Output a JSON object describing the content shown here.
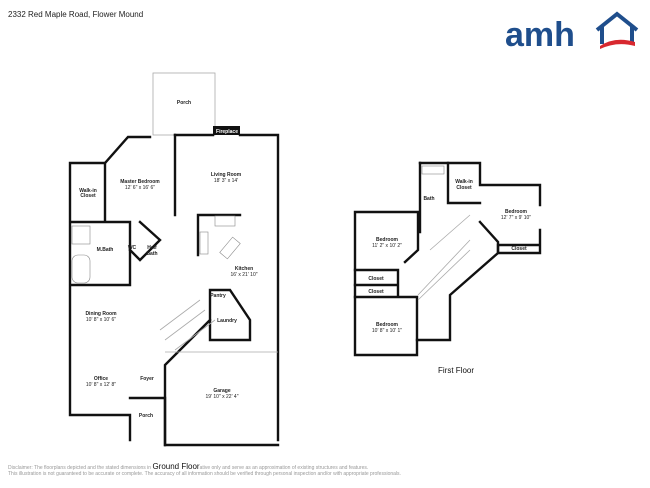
{
  "header": {
    "address": "2332 Red Maple Road, Flower Mound"
  },
  "logo": {
    "text": "amh",
    "colors": {
      "navy": "#1f4e8c",
      "red": "#d8282f"
    }
  },
  "ground_floor": {
    "label": "Ground Floor",
    "rooms": [
      {
        "name": "Porch"
      },
      {
        "name": "Fireplace"
      },
      {
        "name": "Living Room",
        "dims": "18' 3\" x 14'"
      },
      {
        "name": "Master Bedroom",
        "dims": "12' 6\" x 16' 6\""
      },
      {
        "name": "Walk-in",
        "name2": "Closet"
      },
      {
        "name": "M.Bath"
      },
      {
        "name": "WC"
      },
      {
        "name": "Half",
        "name2": "Bath"
      },
      {
        "name": "Kitchen",
        "dims": "16' x 21' 10\""
      },
      {
        "name": "Pantry"
      },
      {
        "name": "Laundry"
      },
      {
        "name": "Dining Room",
        "dims": "10' 8\" x 10' 6\""
      },
      {
        "name": "Office",
        "dims": "10' 8\" x 12' 8\""
      },
      {
        "name": "Foyer"
      },
      {
        "name": "Porch"
      },
      {
        "name": "Garage",
        "dims": "19' 10\" x 22' 4\""
      }
    ]
  },
  "first_floor": {
    "label": "First Floor",
    "rooms": [
      {
        "name": "Bath"
      },
      {
        "name": "Walk-in",
        "name2": "Closet"
      },
      {
        "name": "Bedroom",
        "dims": "12' 7\" x 9' 10\""
      },
      {
        "name": "Closet"
      },
      {
        "name": "Bedroom",
        "dims": "11' 2\" x 10' 2\""
      },
      {
        "name": "Closet"
      },
      {
        "name": "Closet"
      },
      {
        "name": "Bedroom",
        "dims": "10' 8\" x 10' 1\""
      }
    ]
  },
  "disclaimer": {
    "line1a": "Disclaimer: The floorplans depicted and the stated dimensions in",
    "line1b": "ative only and serve as an approximation of existing structures and features.",
    "line2": "This illustration is not guaranteed to be accurate or complete. The accuracy of all information should be verified through personal inspection and/or with appropriate professionals."
  }
}
